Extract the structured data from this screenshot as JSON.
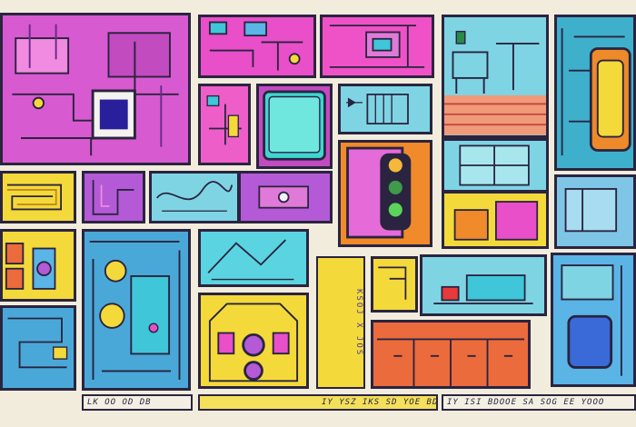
{
  "palette": {
    "ink": "#2a2440",
    "magenta": "#e94fc4",
    "violet": "#b45ad6",
    "cyan": "#3fc6d8",
    "sky": "#5ab4e6",
    "yellow": "#f4d93a",
    "orange": "#ec6b3c",
    "paper": "#f1ecdc"
  },
  "strips": {
    "bottom_left": "LK OO OD DB",
    "bottom_center": "IY YSZ IKS SD YOE BDDSDHW",
    "bottom_right": "IY ISI BDOOE SA  SOG EE YOOO",
    "vertical_label": "KSOJ X JOS"
  }
}
